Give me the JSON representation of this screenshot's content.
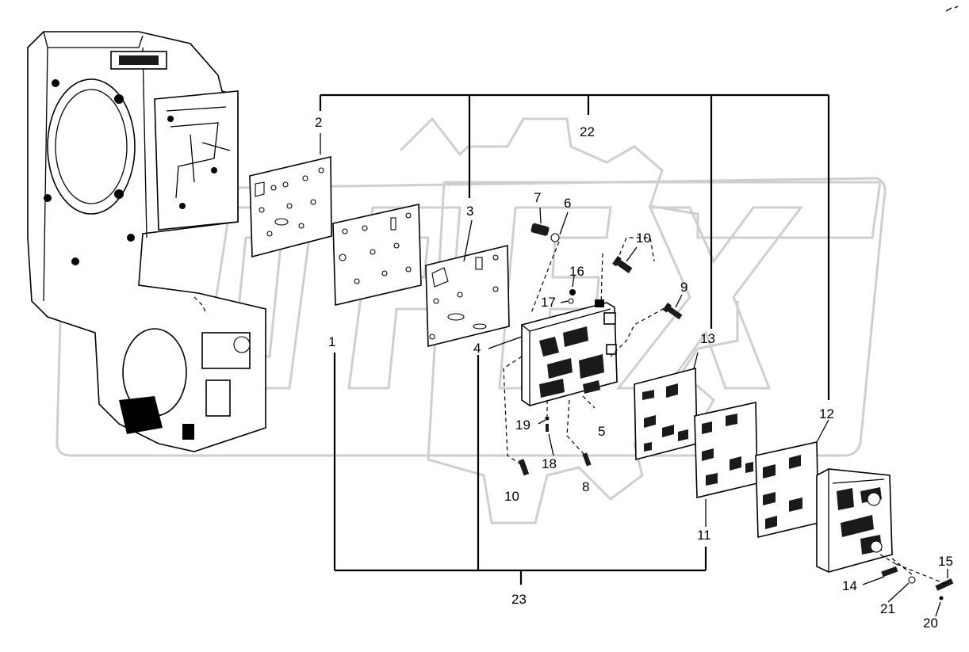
{
  "watermark": {
    "text": "OPEX"
  },
  "callouts": [
    {
      "id": "c2",
      "label": "2"
    },
    {
      "id": "c22",
      "label": "22"
    },
    {
      "id": "c3",
      "label": "3"
    },
    {
      "id": "c7",
      "label": "7"
    },
    {
      "id": "c6",
      "label": "6"
    },
    {
      "id": "c10a",
      "label": "10"
    },
    {
      "id": "c16",
      "label": "16"
    },
    {
      "id": "c9",
      "label": "9"
    },
    {
      "id": "c17",
      "label": "17"
    },
    {
      "id": "c13",
      "label": "13"
    },
    {
      "id": "c1",
      "label": "1"
    },
    {
      "id": "c4",
      "label": "4"
    },
    {
      "id": "c19",
      "label": "19"
    },
    {
      "id": "c5",
      "label": "5"
    },
    {
      "id": "c18",
      "label": "18"
    },
    {
      "id": "c8",
      "label": "8"
    },
    {
      "id": "c10b",
      "label": "10"
    },
    {
      "id": "c12",
      "label": "12"
    },
    {
      "id": "c11",
      "label": "11"
    },
    {
      "id": "c15",
      "label": "15"
    },
    {
      "id": "c14",
      "label": "14"
    },
    {
      "id": "c21",
      "label": "21"
    },
    {
      "id": "c20",
      "label": "20"
    },
    {
      "id": "c23",
      "label": "23"
    }
  ]
}
